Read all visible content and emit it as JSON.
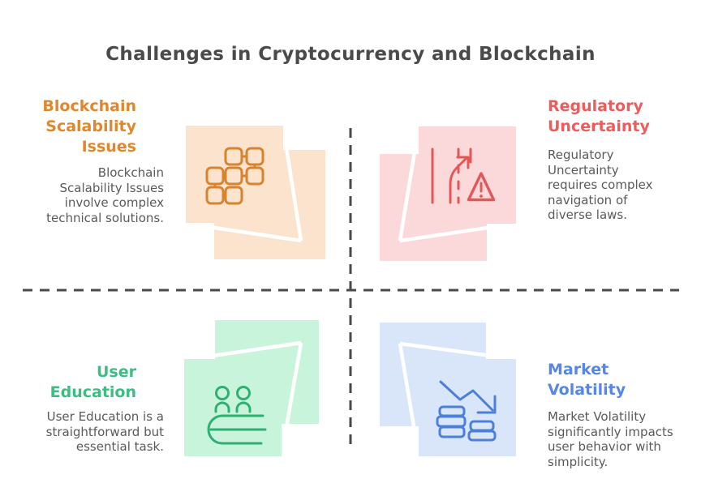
{
  "title": "Challenges in Cryptocurrency and Blockchain",
  "colors": {
    "background": "#ffffff",
    "title_text": "#4a4a4a",
    "body_text": "#5a5a5a",
    "divider": "#4a4a4a"
  },
  "quadrants": [
    {
      "id": "blockchain-scalability-issues",
      "heading": "Blockchain\nScalability\nIssues",
      "body": "Blockchain\nScalability Issues\ninvolve complex\ntechnical solutions.",
      "heading_color": "#E0872E",
      "box_fill": "#FBE3CD",
      "icon_stroke": "#D9832F",
      "icon": "blockchain-nodes-icon"
    },
    {
      "id": "regulatory-uncertainty",
      "heading": "Regulatory\nUncertainty",
      "body": "Regulatory\nUncertainty\nrequires complex\nnavigation of\ndiverse laws.",
      "heading_color": "#EF5B5B",
      "box_fill": "#FBD9DA",
      "icon_stroke": "#E35757",
      "icon": "road-warning-icon"
    },
    {
      "id": "user-education",
      "heading": "User\nEducation",
      "body": "User Education is a\nstraightforward but\nessential task.",
      "heading_color": "#3BBE81",
      "box_fill": "#C8F4DC",
      "icon_stroke": "#2FAF72",
      "icon": "people-book-icon"
    },
    {
      "id": "market-volatility",
      "heading": "Market\nVolatility",
      "body": "Market Volatility\nsignificantly impacts\nuser behavior with\nsimplicity.",
      "heading_color": "#5586E9",
      "box_fill": "#D9E6F9",
      "icon_stroke": "#4C7FD9",
      "icon": "declining-chart-coins-icon"
    }
  ]
}
